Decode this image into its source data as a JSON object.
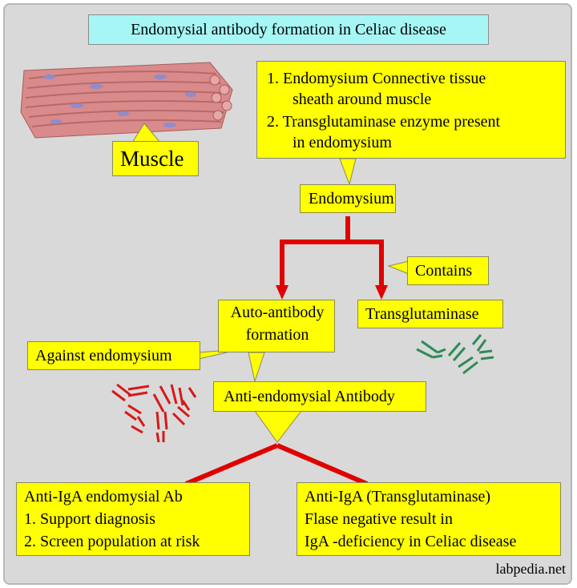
{
  "title": "Endomysial antibody formation in Celiac disease",
  "muscle_label": "Muscle",
  "endomysium_info": {
    "line1": "1. Endomysium Connective tissue",
    "line2": "sheath around muscle",
    "line3": "2.  Transglutaminase enzyme present",
    "line4": "in endomysium"
  },
  "endomysium": "Endomysium",
  "contains": "Contains",
  "auto_antibody": {
    "line1": "Auto-antibody",
    "line2": "formation"
  },
  "transglutaminase": "Transglutaminase",
  "against_endomysium": "Against endomysium",
  "anti_endomysial_antibody": "Anti-endomysial Antibody",
  "anti_iga_endomysial": {
    "line1": "Anti-IgA endomysial Ab",
    "line2": "1. Support diagnosis",
    "line3": "2. Screen population at risk"
  },
  "anti_iga_ttg": {
    "line1": "Anti-IgA (Transglutaminase)",
    "line2": "Flase negative result in",
    "line3": "IgA -deficiency in Celiac disease"
  },
  "watermark": "labpedia.net",
  "colors": {
    "background": "#d9d9d9",
    "box_yellow": "#ffff00",
    "title_box": "#a6f6f6",
    "connector_red": "#e00000",
    "antibody_red": "#d81818",
    "antibody_green": "#2e8b57",
    "muscle_pink": "#d98a8a"
  }
}
